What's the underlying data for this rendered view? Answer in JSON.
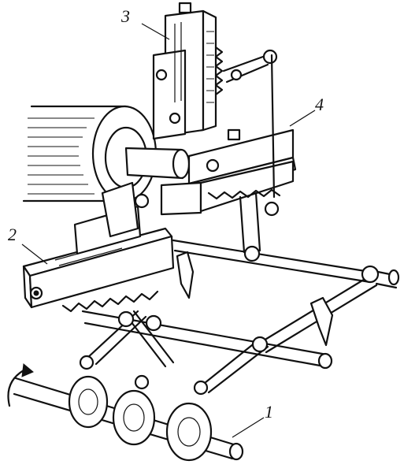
{
  "labels": {
    "part1": "1",
    "part2": "2",
    "part3": "3",
    "part4": "4"
  }
}
